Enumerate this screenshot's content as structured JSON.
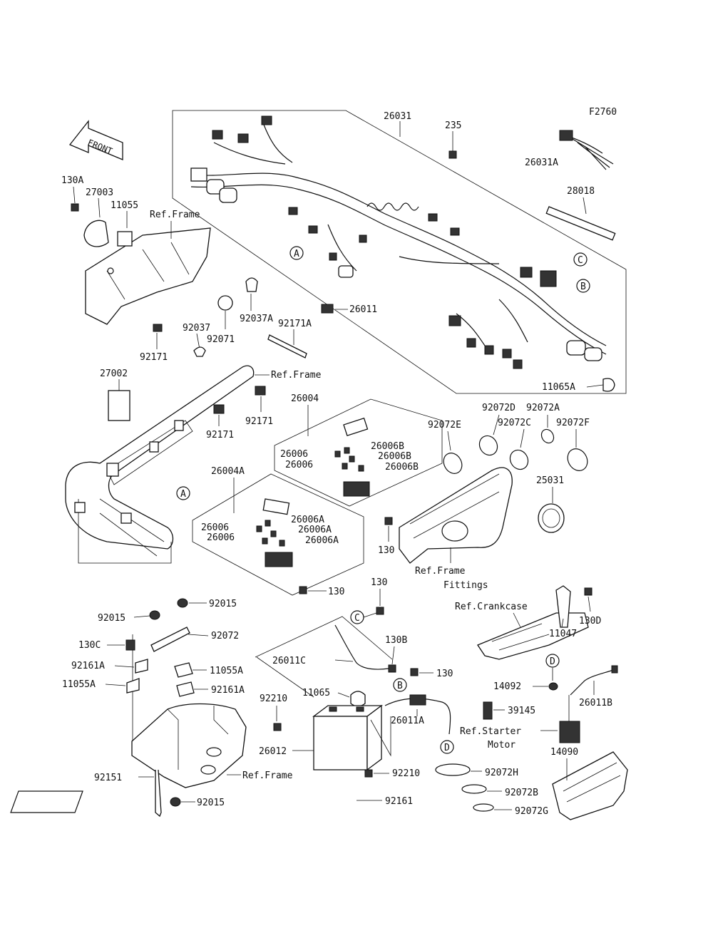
{
  "figure_code": "F2760",
  "front_label": "FRONT",
  "parts": {
    "p26031": "26031",
    "p235": "235",
    "p26031A": "26031A",
    "p28018": "28018",
    "p26011": "26011",
    "p11065A": "11065A",
    "p130A": "130A",
    "p27003": "27003",
    "p11055": "11055",
    "p92037": "92037",
    "p92071": "92071",
    "p92037A": "92037A",
    "p92171A": "92171A",
    "p92171_a": "92171",
    "p92171_b": "92171",
    "p92171_c": "92171",
    "p27002": "27002",
    "p26004": "26004",
    "p26006_a": "26006",
    "p26006_b": "26006",
    "p26006B_a": "26006B",
    "p26006B_b": "26006B",
    "p26006B_c": "26006B",
    "p26004A": "26004A",
    "p26006_c": "26006",
    "p26006_d": "26006",
    "p26006A_a": "26006A",
    "p26006A_b": "26006A",
    "p26006A_c": "26006A",
    "p130_a": "130",
    "p130_b": "130",
    "p130_c": "130",
    "p130_d": "130",
    "p92072E": "92072E",
    "p92072D": "92072D",
    "p92072C": "92072C",
    "p92072A": "92072A",
    "p92072F": "92072F",
    "p25031": "25031",
    "p130D": "130D",
    "p11047": "11047",
    "p92015_a": "92015",
    "p92015_b": "92015",
    "p92015_c": "92015",
    "p92072": "92072",
    "p130C": "130C",
    "p92161A_a": "92161A",
    "p92161A_b": "92161A",
    "p11055A_a": "11055A",
    "p11055A_b": "11055A",
    "p92151": "92151",
    "p26011C": "26011C",
    "p130B": "130B",
    "p11065": "11065",
    "p92210_a": "92210",
    "p92210_b": "92210",
    "p26012": "26012",
    "p92161": "92161",
    "p26011A": "26011A",
    "p14092": "14092",
    "p39145": "39145",
    "p26011B": "26011B",
    "p14090": "14090",
    "p92072H": "92072H",
    "p92072B": "92072B",
    "p92072G": "92072G"
  },
  "refs": {
    "frame_1": "Ref.Frame",
    "frame_2": "Ref.Frame",
    "frame_fittings_1": "Ref.Frame",
    "frame_fittings_2": "Fittings",
    "crankcase": "Ref.Crankcase",
    "starter_1": "Ref.Starter",
    "starter_2": "Motor",
    "frame_3": "Ref.Frame"
  },
  "callouts": {
    "a1": "A",
    "a2": "A",
    "b1": "B",
    "b2": "B",
    "c1": "C",
    "c2": "C",
    "d1": "D",
    "d2": "D"
  }
}
